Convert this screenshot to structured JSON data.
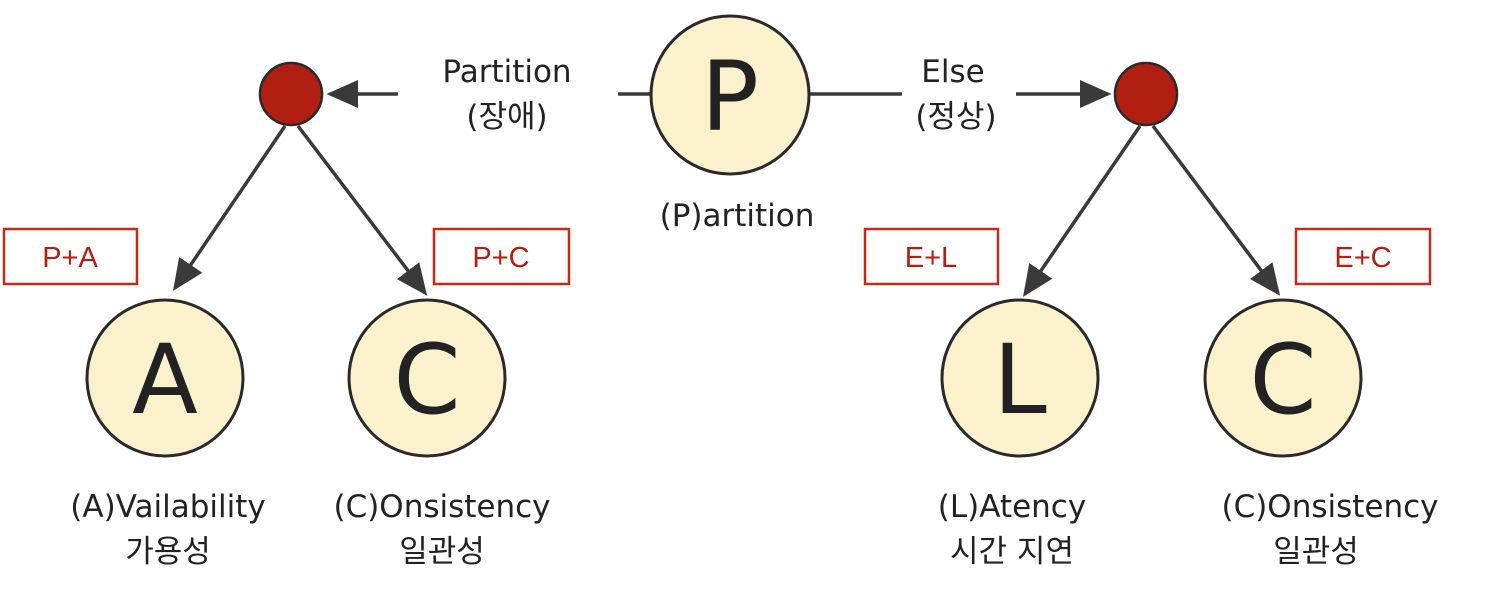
{
  "root": {
    "letter": "P",
    "caption": "(P)artition"
  },
  "branches": {
    "left": {
      "label_line1": "Partition",
      "label_line2": "(장애)"
    },
    "right": {
      "label_line1": "Else",
      "label_line2": "(정상)"
    }
  },
  "nodes": {
    "a": {
      "letter": "A",
      "caption_line1": "(A)Vailability",
      "caption_line2": "가용성"
    },
    "c1": {
      "letter": "C",
      "caption_line1": "(C)Onsistency",
      "caption_line2": "일관성"
    },
    "l": {
      "letter": "L",
      "caption_line1": "(L)Atency",
      "caption_line2": "시간 지연"
    },
    "c2": {
      "letter": "C",
      "caption_line1": "(C)Onsistency",
      "caption_line2": "일관성"
    }
  },
  "tags": {
    "pa": "P+A",
    "pc": "P+C",
    "el": "E+L",
    "ec": "E+C"
  },
  "colors": {
    "node_fill": "#fbf1cc",
    "dot_fill": "#b01f12",
    "tag_stroke": "#c42a19",
    "edge": "#3a3a3a"
  }
}
